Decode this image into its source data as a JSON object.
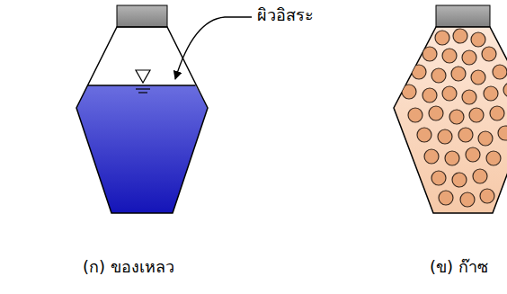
{
  "diagram": {
    "labels": [
      "ผิวอิสระ",
      "(ก) ของเหลว",
      "(ข) ก๊าซ"
    ]
  }
}
